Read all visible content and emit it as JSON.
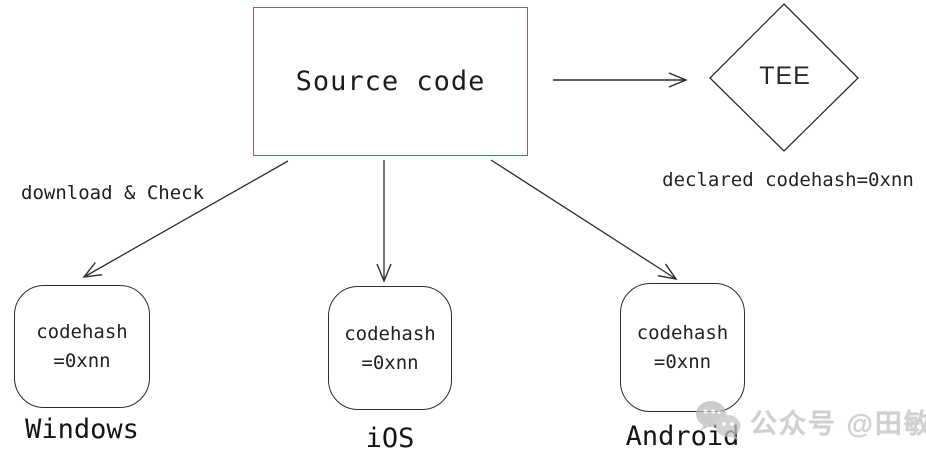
{
  "diagram": {
    "source_box": {
      "label": "Source code"
    },
    "tee": {
      "label": "TEE",
      "caption": "declared codehash=0xnn"
    },
    "download_edge_label": "download & Check",
    "platform_boxes": [
      {
        "platform": "Windows",
        "hash_line1": "codehash",
        "hash_line2": "=0xnn"
      },
      {
        "platform": "iOS",
        "hash_line1": "codehash",
        "hash_line2": "=0xnn"
      },
      {
        "platform": "Android",
        "hash_line1": "codehash",
        "hash_line2": "=0xnn"
      }
    ],
    "watermark": {
      "icon": "wechat-icon",
      "text": "公众号 @田敏"
    },
    "colors": {
      "source_box_border": "#a85a56",
      "shape_stroke": "#2d2d2d",
      "text": "#1f1f1f",
      "watermark_gray": "#c2c1c0",
      "background": "#ffffff"
    }
  }
}
